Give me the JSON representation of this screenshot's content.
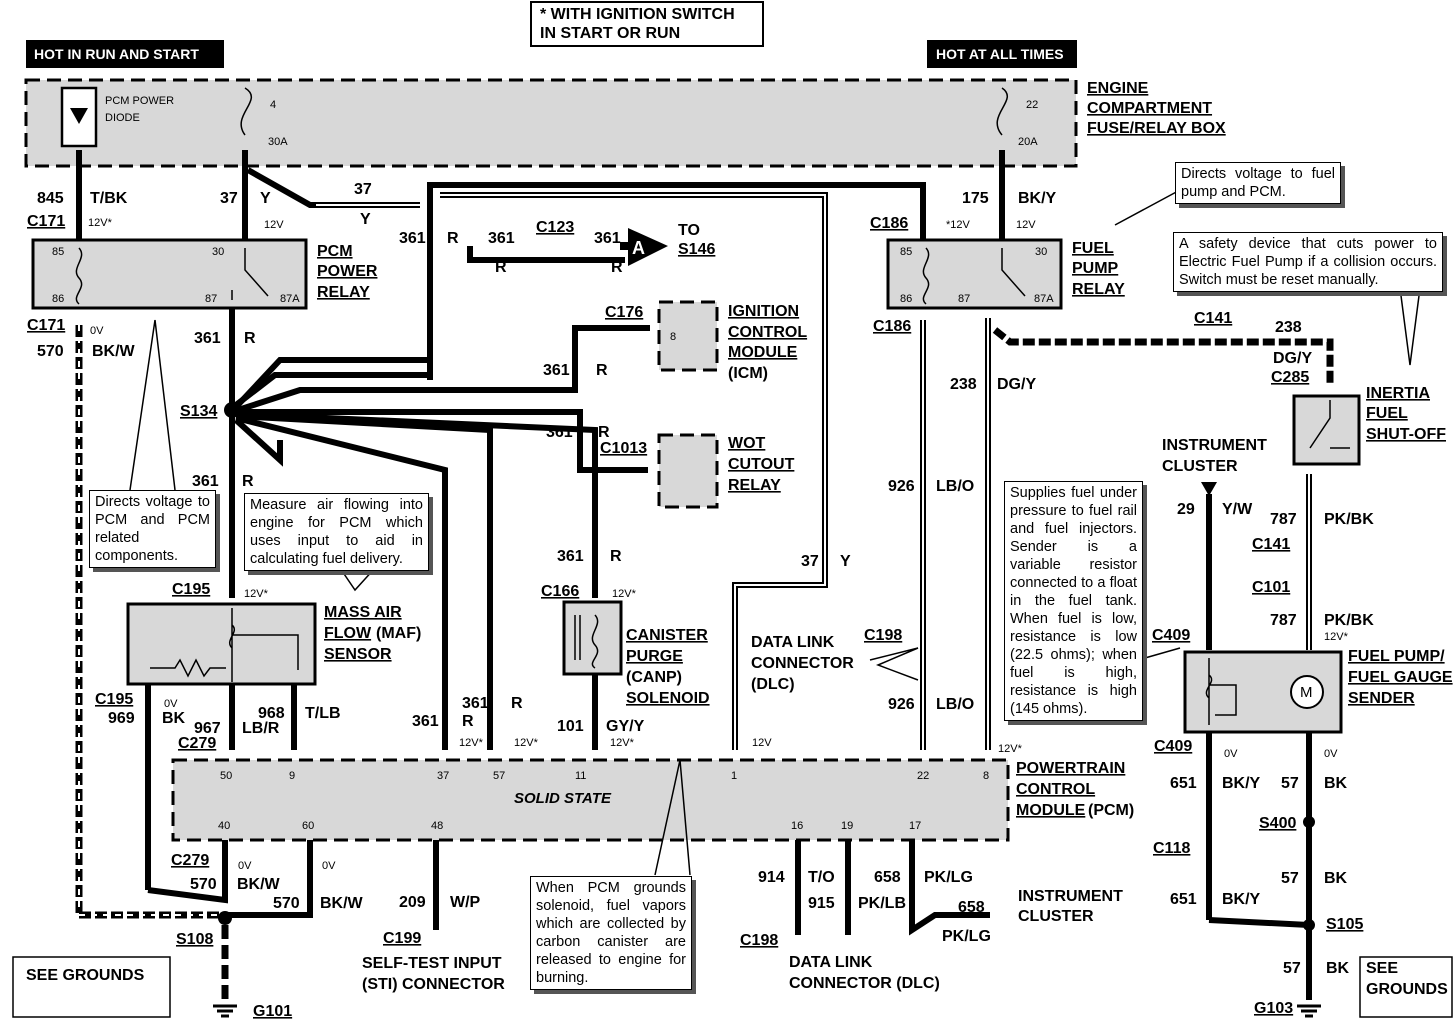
{
  "header": {
    "ignition_note": "* WITH IGNITION SWITCH IN START OR RUN",
    "hot_run_start": "HOT IN RUN AND START",
    "hot_all_times": "HOT AT ALL TIMES"
  },
  "fuse_box": {
    "label": "ENGINE COMPARTMENT FUSE/RELAY BOX",
    "diode": "PCM POWER DIODE",
    "fuse4_num": "4",
    "fuse4_amp": "30A",
    "fuse22_num": "22",
    "fuse22_amp": "20A"
  },
  "components": {
    "pcm_relay": "PCM POWER RELAY",
    "fuel_relay": "FUEL PUMP RELAY",
    "icm": "IGNITION CONTROL MODULE (ICM)",
    "wot": "WOT CUTOUT RELAY",
    "maf": "MASS AIR FLOW (MAF) SENSOR",
    "canp": "CANISTER PURGE (CANP) SOLENOID",
    "dlc": "DATA LINK CONNECTOR (DLC)",
    "dlc2": "DATA LINK CONNECTOR (DLC)",
    "pcm": "POWERTRAIN CONTROL MODULE (PCM)",
    "solid_state": "SOLID STATE",
    "inertia": "INERTIA FUEL SHUT-OFF",
    "inst_cluster": "INSTRUMENT CLUSTER",
    "inst_cluster2": "INSTRUMENT CLUSTER",
    "fuel_sender": "FUEL PUMP/ FUEL GAUGE SENDER",
    "sti": "SELF-TEST INPUT (STI) CONNECTOR",
    "see_grounds": "SEE GROUNDS",
    "see_grounds2": "SEE GROUNDS",
    "to_s146": "TO S146",
    "a": "A"
  },
  "notes": {
    "fuel_pump_pcm": "Directs voltage to fuel pump and PCM.",
    "safety": "A safety device that cuts power to Electric Fuel Pump if a collision occurs. Switch must be reset manually.",
    "pcm_related": "Directs voltage to PCM and PCM related components.",
    "maf": "Measure air flowing into engine for PCM which uses input to aid in calculating fuel delivery.",
    "sender": "Supplies fuel under pressure to fuel rail and fuel injectors. Sender is a variable resistor connected to a float in the fuel tank. When fuel is low, resistance is low (22.5 ohms); when fuel is high, resistance is high (145 ohms).",
    "canister": "When PCM grounds solenoid, fuel vapors which are collected by carbon canister are released to engine for burning."
  },
  "connectors": [
    "C171",
    "C171",
    "C186",
    "C186",
    "C123",
    "C176",
    "C1013",
    "C166",
    "C195",
    "C195",
    "C279",
    "C279",
    "C198",
    "C198",
    "C199",
    "C141",
    "C141",
    "C285",
    "C101",
    "C409",
    "C409",
    "C118",
    "S134",
    "S108",
    "S400",
    "S105",
    "G101",
    "G103"
  ],
  "wires": {
    "w845": "845",
    "tbk": "T/BK",
    "w37": "37",
    "y": "Y",
    "w361": "361",
    "r": "R",
    "w175": "175",
    "bky": "BK/Y",
    "w570": "570",
    "bkw": "BK/W",
    "w238": "238",
    "dgy": "DG/Y",
    "w926": "926",
    "lbo": "LB/O",
    "w969": "969",
    "bk": "BK",
    "w967": "967",
    "lbr": "LB/R",
    "w968": "968",
    "tlb": "T/LB",
    "w101": "101",
    "gyy": "GY/Y",
    "w29": "29",
    "yw": "Y/W",
    "w787": "787",
    "pkbk": "PK/BK",
    "w651": "651",
    "w57": "57",
    "w209": "209",
    "wp": "W/P",
    "w914": "914",
    "to": "T/O",
    "w915": "915",
    "pklb": "PK/LB",
    "w658": "658",
    "pklg": "PK/LG"
  },
  "voltages": {
    "v12": "12V",
    "v12s": "12V*",
    "v12p": "*12V",
    "v0": "0V"
  },
  "pins": [
    "85",
    "30",
    "86",
    "87",
    "87A",
    "50",
    "9",
    "37",
    "57",
    "11",
    "1",
    "22",
    "8",
    "40",
    "60",
    "48",
    "16",
    "19",
    "17",
    "8"
  ]
}
